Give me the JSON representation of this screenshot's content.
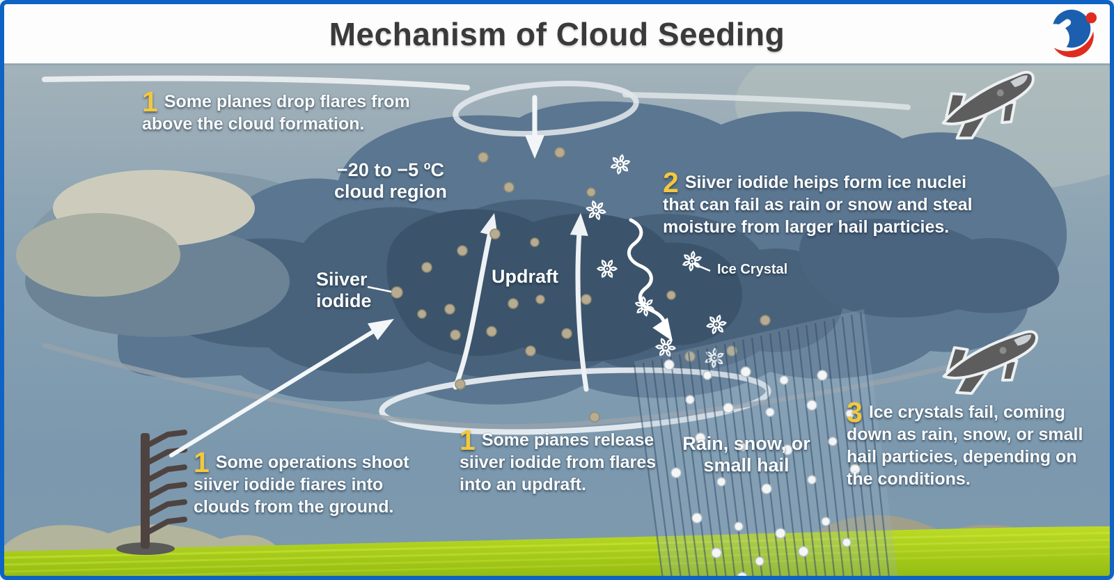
{
  "header": {
    "title": "Mechanism of Cloud Seeding"
  },
  "logo": {
    "name": "brand-logo",
    "blue": "#1b5fae",
    "red": "#e02b20"
  },
  "colors": {
    "frame_border": "#0e63c4",
    "accent_number": "#f2c83e",
    "label_text": "#fafcfd",
    "sky_top": "#a3b2ba",
    "sky_bottom": "#7e9aae",
    "cloud_dark": "#3b546b",
    "grass_green": "#a6cf17"
  },
  "labels": {
    "cloud_region_line1": "−20 to −5 ºC",
    "cloud_region_line2": "cloud region",
    "silver_iodide_line1": "Siiver",
    "silver_iodide_line2": "iodide",
    "updraft": "Updraft",
    "ice_crystal": "Ice Crystal",
    "rain_line1": "Rain, snow, or",
    "rain_line2": "small hail"
  },
  "steps": {
    "plane_top": {
      "num": "1",
      "text": "Some planes drop flares from above the cloud formation."
    },
    "silver_iodide_info": {
      "num": "2",
      "text": "Siiver iodide heips form ice nuclei that can fail as rain or snow and steal moisture from larger hail particies."
    },
    "ground_ops": {
      "num": "1",
      "text": "Some operations shoot siiver iodide fiares into clouds from the ground."
    },
    "plane_updraft": {
      "num": "1",
      "text": "Some pianes release siiver iodide from flares into an updraft."
    },
    "ice_fall": {
      "num": "3",
      "text": "Ice crystals fail, coming down as rain, snow, or small hail particies, depending on the conditions."
    }
  }
}
